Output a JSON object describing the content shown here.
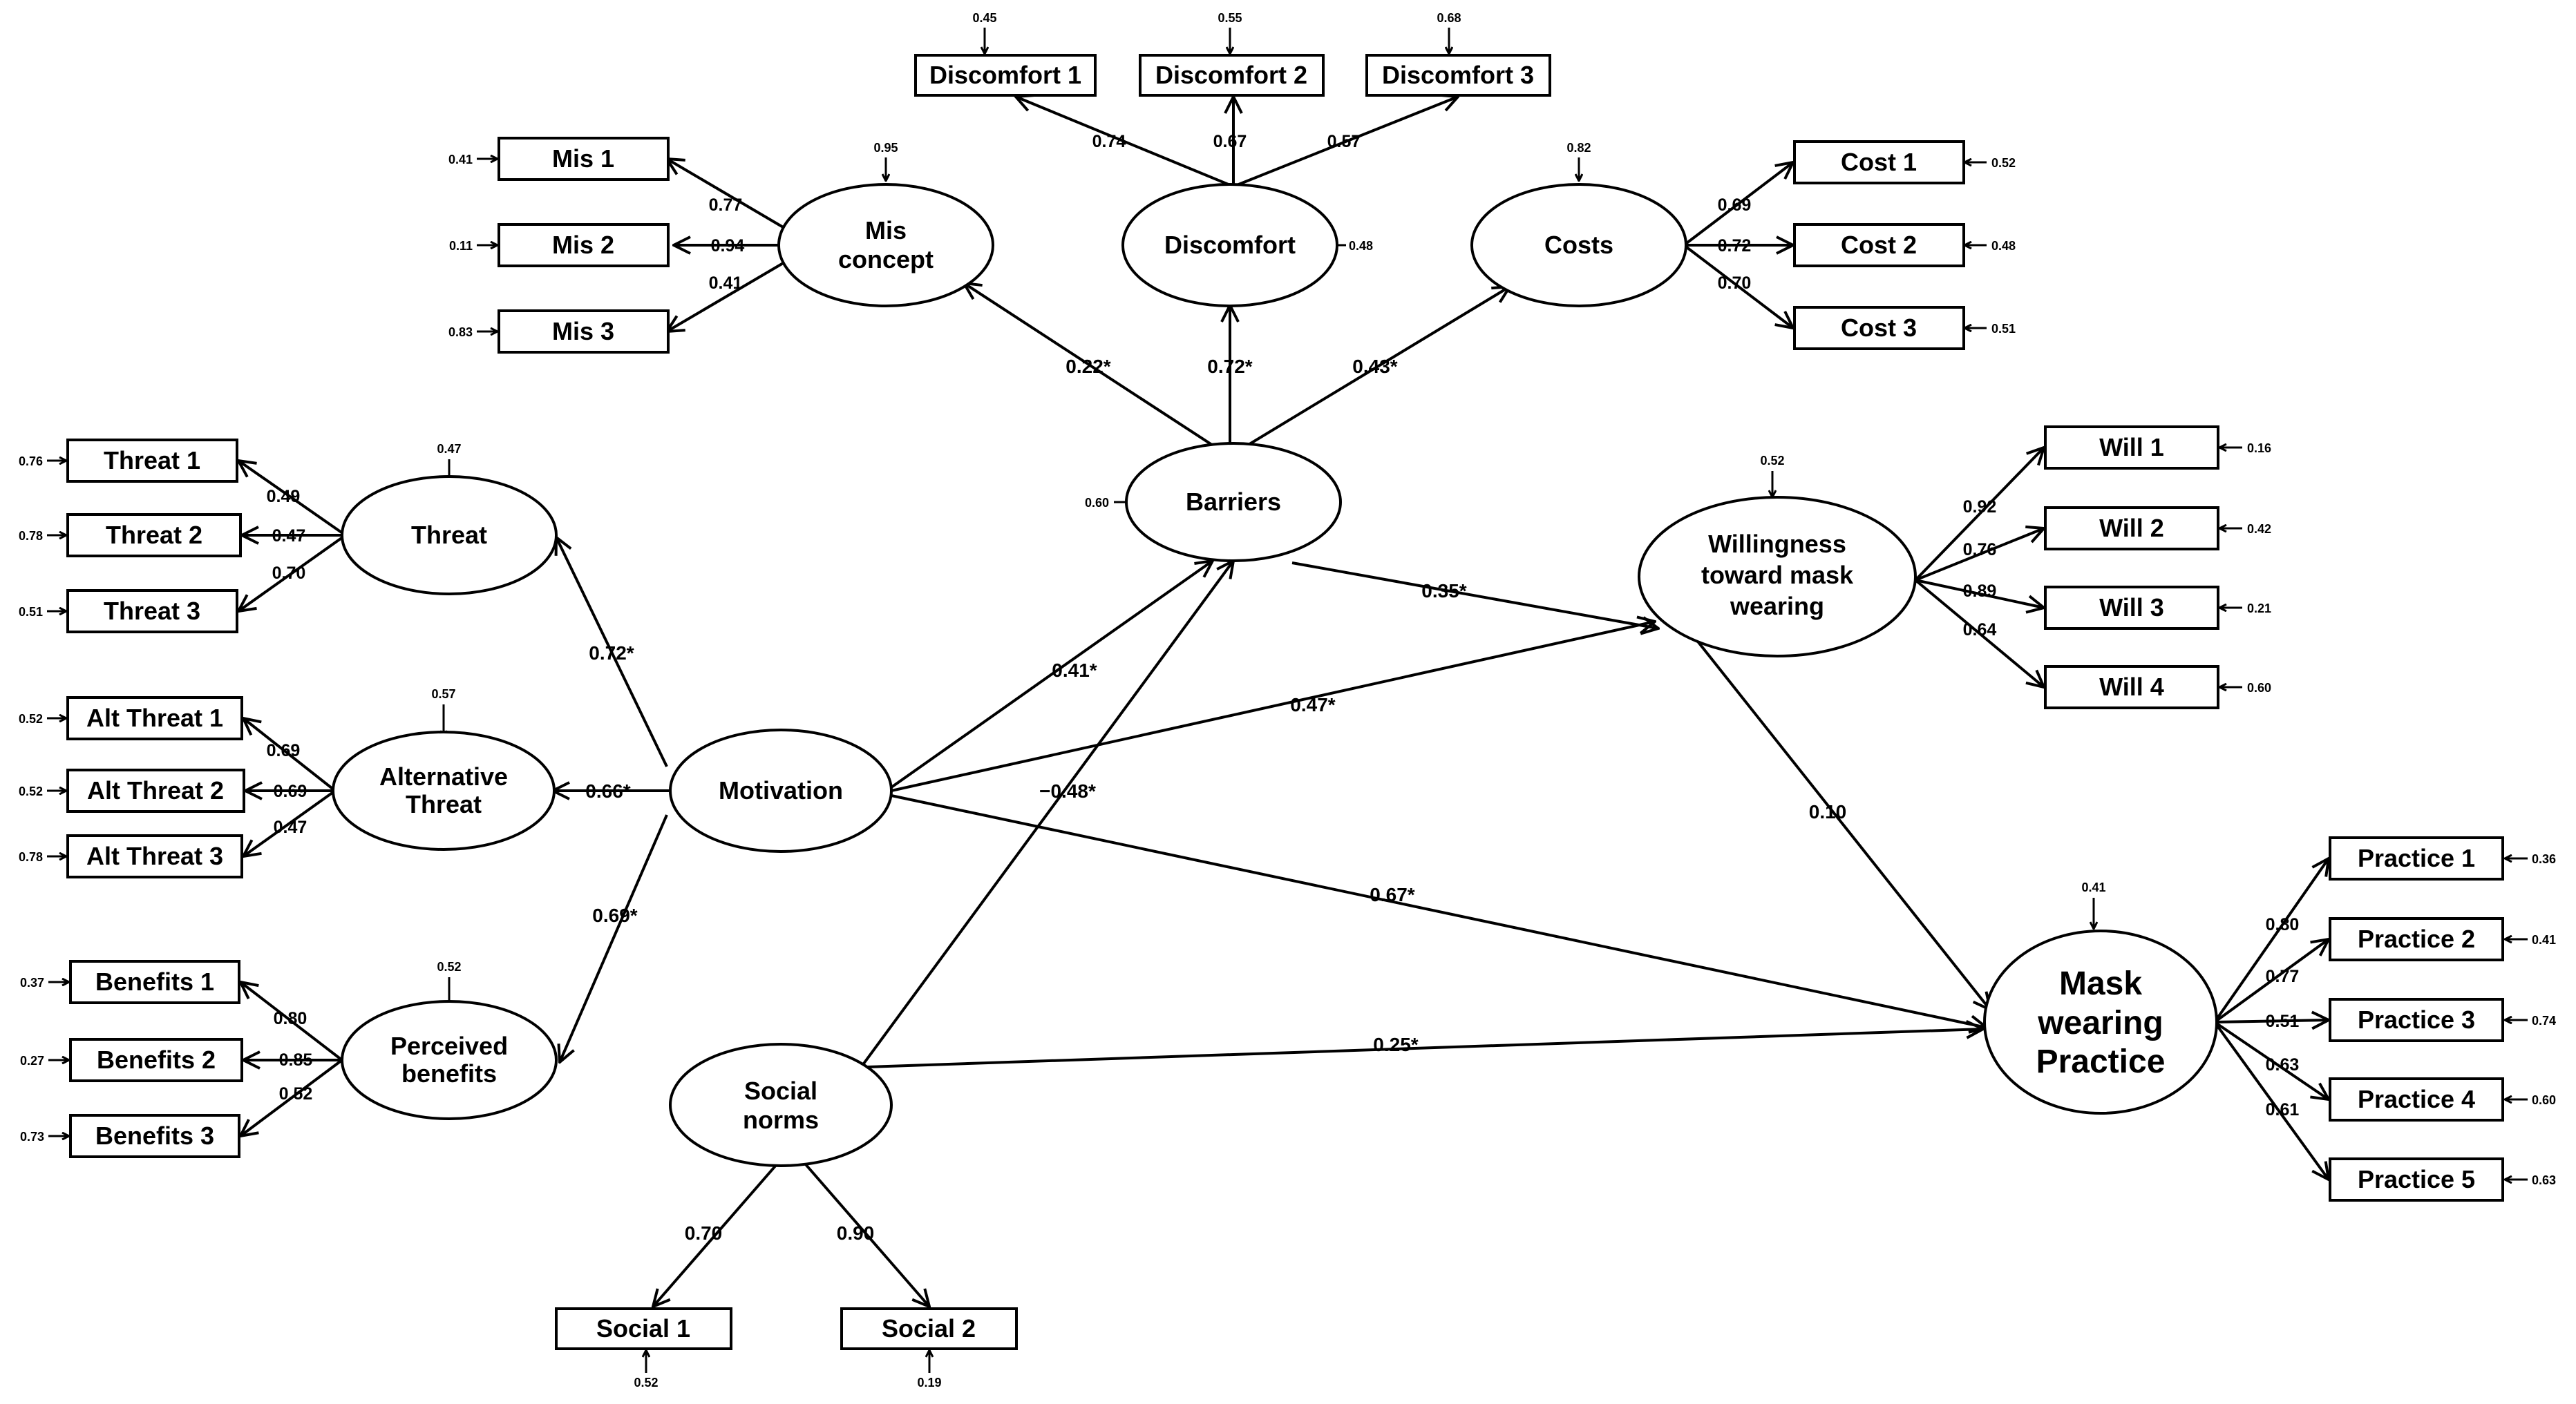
{
  "latents": {
    "misconcept": {
      "lines": [
        "Mis",
        "concept"
      ],
      "error": "0.95"
    },
    "discomfort": {
      "lines": [
        "Discomfort"
      ],
      "error": "0.48"
    },
    "costs": {
      "lines": [
        "Costs"
      ],
      "error": "0.82"
    },
    "barriers": {
      "lines": [
        "Barriers"
      ],
      "error": "0.60"
    },
    "threat": {
      "lines": [
        "Threat"
      ],
      "error": "0.47"
    },
    "alt_threat": {
      "lines": [
        "Alternative",
        "Threat"
      ],
      "error": "0.57"
    },
    "motivation": {
      "lines": [
        "Motivation"
      ]
    },
    "benefits": {
      "lines": [
        "Perceived",
        "benefits"
      ],
      "error": "0.52"
    },
    "social": {
      "lines": [
        "Social",
        "norms"
      ]
    },
    "willingness": {
      "lines": [
        "Willingness",
        "toward mask",
        "wearing"
      ],
      "error": "0.52"
    },
    "practice": {
      "lines": [
        "Mask",
        "wearing",
        "Practice"
      ],
      "error": "0.41"
    }
  },
  "indicators": {
    "disc1": {
      "label": "Discomfort 1",
      "error": "0.45",
      "loading": "0.74"
    },
    "disc2": {
      "label": "Discomfort 2",
      "error": "0.55",
      "loading": "0.67"
    },
    "disc3": {
      "label": "Discomfort 3",
      "error": "0.68",
      "loading": "0.57"
    },
    "mis1": {
      "label": "Mis 1",
      "error": "0.41",
      "loading": "0.77"
    },
    "mis2": {
      "label": "Mis 2",
      "error": "0.11",
      "loading": "0.94"
    },
    "mis3": {
      "label": "Mis 3",
      "error": "0.83",
      "loading": "0.41"
    },
    "cost1": {
      "label": "Cost 1",
      "error": "0.52",
      "loading": "0.69"
    },
    "cost2": {
      "label": "Cost 2",
      "error": "0.48",
      "loading": "0.72"
    },
    "cost3": {
      "label": "Cost 3",
      "error": "0.51",
      "loading": "0.70"
    },
    "threat1": {
      "label": "Threat 1",
      "error": "0.76",
      "loading": "0.49"
    },
    "threat2": {
      "label": "Threat 2",
      "error": "0.78",
      "loading": "0.47"
    },
    "threat3": {
      "label": "Threat 3",
      "error": "0.51",
      "loading": "0.70"
    },
    "alt1": {
      "label": "Alt Threat 1",
      "error": "0.52",
      "loading": "0.69"
    },
    "alt2": {
      "label": "Alt Threat 2",
      "error": "0.52",
      "loading": "0.69"
    },
    "alt3": {
      "label": "Alt Threat 3",
      "error": "0.78",
      "loading": "0.47"
    },
    "ben1": {
      "label": "Benefits 1",
      "error": "0.37",
      "loading": "0.80"
    },
    "ben2": {
      "label": "Benefits 2",
      "error": "0.27",
      "loading": "0.85"
    },
    "ben3": {
      "label": "Benefits 3",
      "error": "0.73",
      "loading": "0.52"
    },
    "will1": {
      "label": "Will 1",
      "error": "0.16",
      "loading": "0.92"
    },
    "will2": {
      "label": "Will 2",
      "error": "0.42",
      "loading": "0.76"
    },
    "will3": {
      "label": "Will 3",
      "error": "0.21",
      "loading": "0.89"
    },
    "will4": {
      "label": "Will 4",
      "error": "0.60",
      "loading": "0.64"
    },
    "prac1": {
      "label": "Practice 1",
      "error": "0.36",
      "loading": "0.80"
    },
    "prac2": {
      "label": "Practice 2",
      "error": "0.41",
      "loading": "0.77"
    },
    "prac3": {
      "label": "Practice 3",
      "error": "0.74",
      "loading": "0.51"
    },
    "prac4": {
      "label": "Practice 4",
      "error": "0.60",
      "loading": "0.63"
    },
    "prac5": {
      "label": "Practice 5",
      "error": "0.63",
      "loading": "0.61"
    },
    "soc1": {
      "label": "Social 1",
      "error": "0.52",
      "loading": "0.70"
    },
    "soc2": {
      "label": "Social 2",
      "error": "0.19",
      "loading": "0.90"
    }
  },
  "paths": {
    "barriers_misconcept": "0.22*",
    "barriers_discomfort": "0.72*",
    "barriers_costs": "0.43*",
    "motivation_threat": "0.72*",
    "motivation_alt_threat": "0.66*",
    "motivation_benefits": "0.69*",
    "motivation_barriers": "0.41*",
    "social_barriers": "−0.48*",
    "barriers_willingness": "0.35*",
    "motivation_willingness": "0.47*",
    "willingness_practice": "0.10",
    "motivation_practice": "0.67*",
    "social_practice": "0.25*"
  }
}
